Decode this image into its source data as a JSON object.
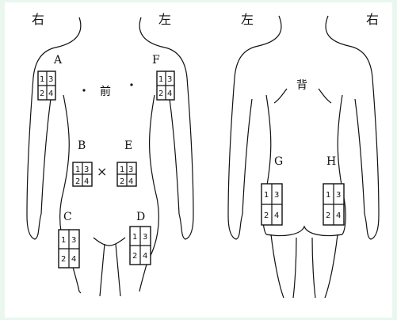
{
  "diagram": {
    "front": {
      "side_right": "右",
      "side_left": "左",
      "center_label": "前",
      "cross": "×"
    },
    "back": {
      "side_left": "左",
      "side_right": "右",
      "center_label": "背"
    },
    "sites": [
      {
        "id": "A",
        "label": "A",
        "cells": [
          "1",
          "3",
          "2",
          "4"
        ]
      },
      {
        "id": "F",
        "label": "F",
        "cells": [
          "1",
          "3",
          "2",
          "4"
        ]
      },
      {
        "id": "B",
        "label": "B",
        "cells": [
          "1",
          "3",
          "2",
          "4"
        ]
      },
      {
        "id": "E",
        "label": "E",
        "cells": [
          "1",
          "3",
          "2",
          "4"
        ]
      },
      {
        "id": "C",
        "label": "C",
        "cells": [
          "1",
          "3",
          "2",
          "4"
        ]
      },
      {
        "id": "D",
        "label": "D",
        "cells": [
          "1",
          "3",
          "2",
          "4"
        ]
      },
      {
        "id": "G",
        "label": "G",
        "cells": [
          "1",
          "3",
          "2",
          "4"
        ]
      },
      {
        "id": "H",
        "label": "H",
        "cells": [
          "1",
          "3",
          "2",
          "4"
        ]
      }
    ],
    "colors": {
      "frame_background": "#e9f7ee",
      "line": "#111111"
    }
  }
}
